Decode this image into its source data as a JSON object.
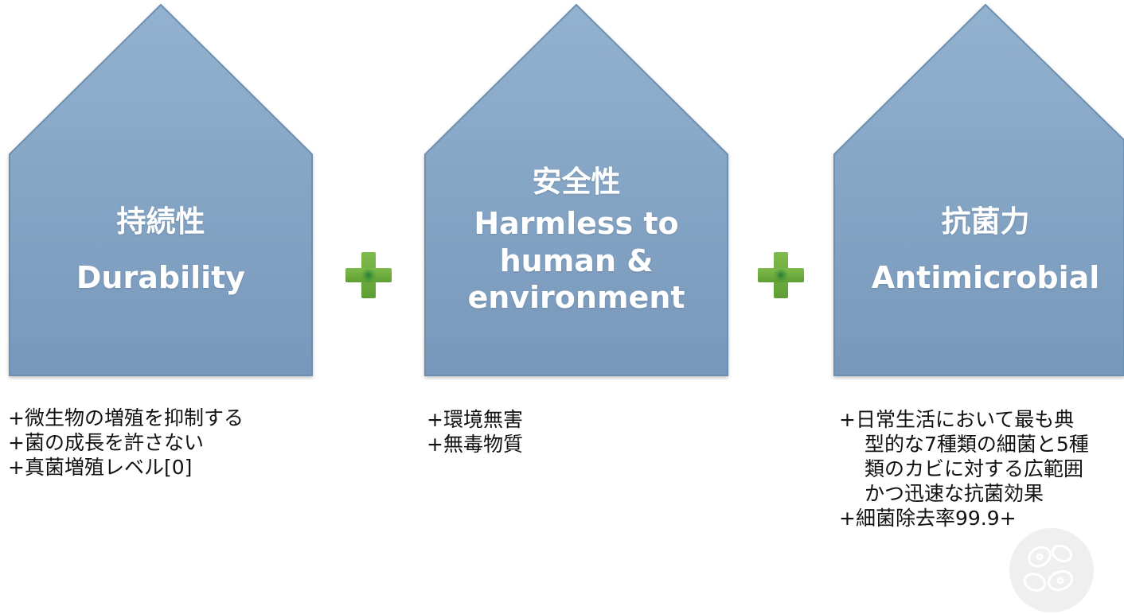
{
  "colors": {
    "house_fill_top": "#90afcd",
    "house_fill_bottom": "#7b9dc0",
    "house_stroke": "#5e7f9f",
    "plus_color": "#6aaa3c",
    "plus_center": "#2e8b3f",
    "text_color": "#111111"
  },
  "houses": [
    {
      "title_ja": "持続性",
      "title_en": "Durability",
      "description": [
        "+微生物の増殖を抑制する",
        "+菌の成長を許さない",
        "+真菌増殖レベル[0]"
      ]
    },
    {
      "title_ja": "安全性",
      "title_en_lines": [
        "Harmless to",
        "human &",
        "environment"
      ],
      "description": [
        "+環境無害",
        "+無毒物質"
      ]
    },
    {
      "title_ja": "抗菌力",
      "title_en": "Antimicrobial",
      "description": [
        "+日常生活において最も典",
        "型的な7種類の細菌と5種",
        "類のカビに対する広範囲",
        "かつ迅速な抗菌効果",
        "+細菌除去率99.9+"
      ]
    }
  ],
  "operators": [
    "plus-icon",
    "plus-icon"
  ],
  "watermark_icon": "bacteria-cell-icon"
}
